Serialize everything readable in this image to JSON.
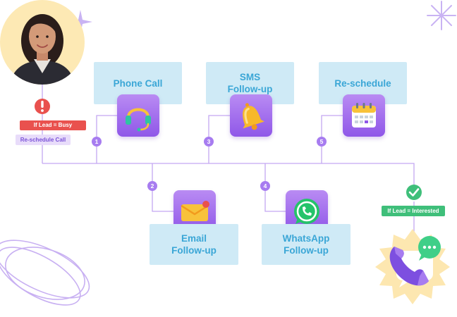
{
  "colors": {
    "card_bg": "#cfeaf6",
    "card_text": "#3aa6d6",
    "tile_top": "#b98bf3",
    "tile_bottom": "#8f57e8",
    "connector": "#c4a8f2",
    "step_badge": "#a77cf0",
    "busy_tag": "#e9514e",
    "reschedule_tag_bg": "#e8dcfa",
    "interested_tag": "#3fbf7a",
    "avatar_bg": "#fde9b4"
  },
  "lead": {
    "busy_label": "If Lead = Busy",
    "busy_action": "Re-schedule Call",
    "interested_label": "If Lead = Interested"
  },
  "steps": [
    {
      "number": "1",
      "label": "Phone Call",
      "icon": "headset-icon"
    },
    {
      "number": "2",
      "label": "Email\nFollow-up",
      "icon": "envelope-icon"
    },
    {
      "number": "3",
      "label": "SMS\nFollow-up",
      "icon": "bell-icon"
    },
    {
      "number": "4",
      "label": "WhatsApp\nFollow-up",
      "icon": "whatsapp-icon"
    },
    {
      "number": "5",
      "label": "Re-schedule",
      "icon": "calendar-icon"
    }
  ],
  "status_icons": {
    "busy": "alert-icon",
    "interested": "check-icon"
  }
}
